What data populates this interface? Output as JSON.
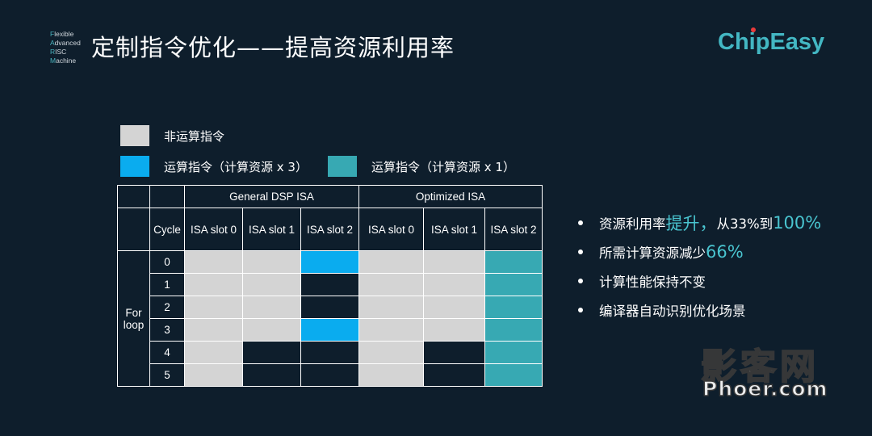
{
  "header": {
    "fam_lines": [
      {
        "initial": "F",
        "rest": "lexible"
      },
      {
        "initial": "A",
        "rest": "dvanced"
      },
      {
        "initial": "R",
        "rest": "ISC"
      },
      {
        "initial": "M",
        "rest": "achine"
      }
    ],
    "title": "定制指令优化——提高资源利用率",
    "logo": {
      "pre": "Ch",
      "dot_letter": "i",
      "post": "pEasy"
    }
  },
  "legend": [
    {
      "label": "非运算指令",
      "color": "#d4d4d4"
    },
    {
      "label": "运算指令（计算资源 x 3）",
      "color": "#0aacef"
    },
    {
      "label": "运算指令（计算资源 x 1）",
      "color": "#37a9b3"
    }
  ],
  "table": {
    "group1": "General DSP ISA",
    "group2": "Optimized ISA",
    "cycle_header": "Cycle",
    "slots_general": [
      "ISA slot 0",
      "ISA slot 1",
      "ISA slot 2"
    ],
    "slots_optimized": [
      "ISA slot 0",
      "ISA slot 1",
      "ISA slot 2"
    ],
    "loop_label_1": "For",
    "loop_label_2": "loop",
    "rows": [
      {
        "cycle": "0",
        "general": [
          "n",
          "n",
          "b"
        ],
        "optimized": [
          "n",
          "n",
          "t"
        ]
      },
      {
        "cycle": "1",
        "general": [
          "n",
          "n",
          "e"
        ],
        "optimized": [
          "n",
          "n",
          "t"
        ]
      },
      {
        "cycle": "2",
        "general": [
          "n",
          "n",
          "e"
        ],
        "optimized": [
          "n",
          "n",
          "t"
        ]
      },
      {
        "cycle": "3",
        "general": [
          "n",
          "n",
          "b"
        ],
        "optimized": [
          "n",
          "n",
          "t"
        ]
      },
      {
        "cycle": "4",
        "general": [
          "n",
          "e",
          "e"
        ],
        "optimized": [
          "n",
          "e",
          "t"
        ]
      },
      {
        "cycle": "5",
        "general": [
          "n",
          "e",
          "e"
        ],
        "optimized": [
          "n",
          "e",
          "t"
        ]
      }
    ],
    "cell_colors": {
      "n": "#d4d4d4",
      "b": "#0aacef",
      "t": "#37a9b3",
      "e": "#0e1e2c"
    }
  },
  "bullets": [
    {
      "text": "资源利用率",
      "hl1": "提升，",
      "mid": "从33%到",
      "hl2": "100%"
    },
    {
      "text": "所需计算资源减少",
      "hl1": "66%",
      "mid": "",
      "hl2": ""
    },
    {
      "text": "计算性能保持不变",
      "hl1": "",
      "mid": "",
      "hl2": ""
    },
    {
      "text": "编译器自动识别优化场景",
      "hl1": "",
      "mid": "",
      "hl2": ""
    }
  ],
  "watermark": {
    "cn": "影客网",
    "en": "Phoer.com"
  }
}
